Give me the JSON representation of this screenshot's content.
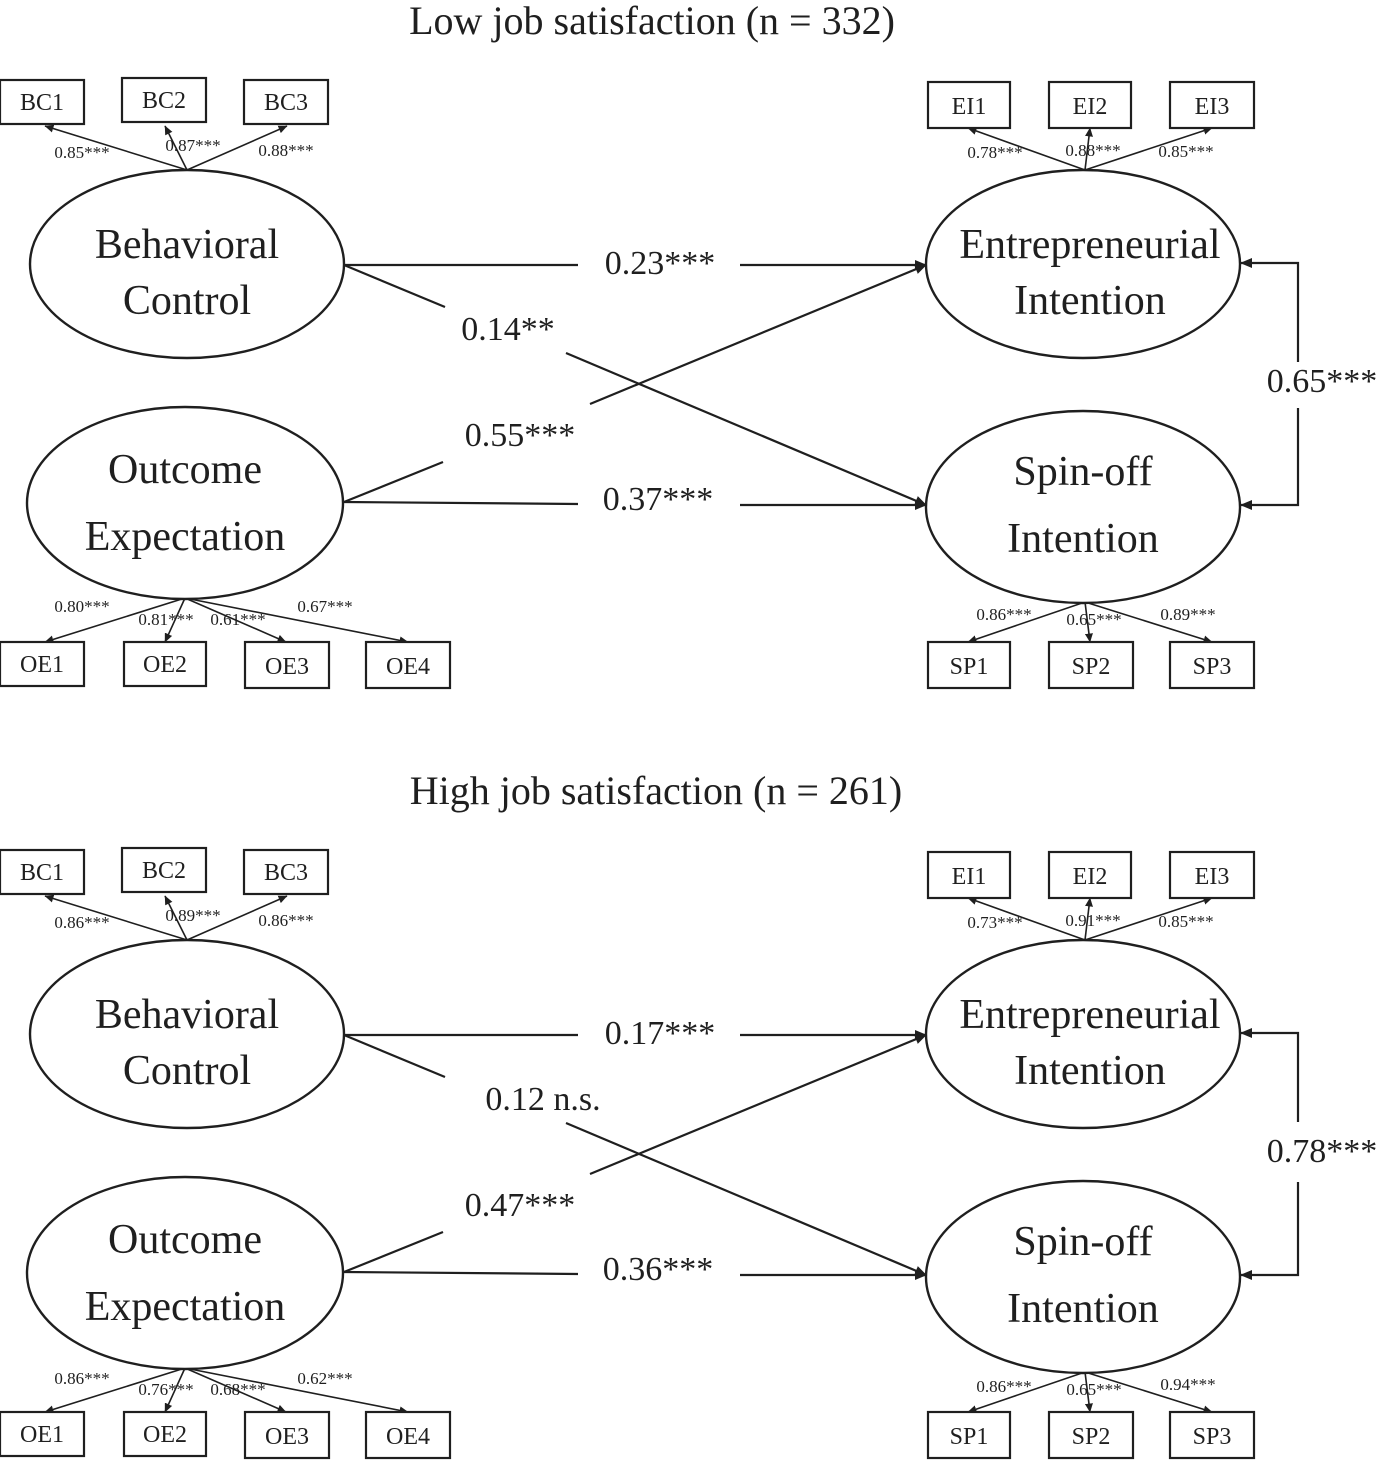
{
  "panels": [
    {
      "title": "Low job satisfaction (n = 332)",
      "latents": {
        "bc": [
          "Behavioral",
          "Control"
        ],
        "oe": [
          "Outcome",
          "Expectation"
        ],
        "ei": [
          "Entrepreneurial",
          "Intention"
        ],
        "sp": [
          "Spin-off",
          "Intention"
        ]
      },
      "indicators": {
        "bc": [
          "BC1",
          "BC2",
          "BC3"
        ],
        "oe": [
          "OE1",
          "OE2",
          "OE3",
          "OE4"
        ],
        "ei": [
          "EI1",
          "EI2",
          "EI3"
        ],
        "sp": [
          "SP1",
          "SP2",
          "SP3"
        ]
      },
      "loadings": {
        "bc": [
          "0.85***",
          "0.87***",
          "0.88***"
        ],
        "oe": [
          "0.80***",
          "0.81***",
          "0.61***",
          "0.67***"
        ],
        "ei": [
          "0.78***",
          "0.88***",
          "0.85***"
        ],
        "sp": [
          "0.86***",
          "0.65***",
          "0.89***"
        ]
      },
      "paths": {
        "bc_ei": "0.23***",
        "bc_sp": "0.14**",
        "oe_ei": "0.55***",
        "oe_sp": "0.37***",
        "ei_sp": "0.65***"
      }
    },
    {
      "title": "High job satisfaction (n = 261)",
      "latents": {
        "bc": [
          "Behavioral",
          "Control"
        ],
        "oe": [
          "Outcome",
          "Expectation"
        ],
        "ei": [
          "Entrepreneurial",
          "Intention"
        ],
        "sp": [
          "Spin-off",
          "Intention"
        ]
      },
      "indicators": {
        "bc": [
          "BC1",
          "BC2",
          "BC3"
        ],
        "oe": [
          "OE1",
          "OE2",
          "OE3",
          "OE4"
        ],
        "ei": [
          "EI1",
          "EI2",
          "EI3"
        ],
        "sp": [
          "SP1",
          "SP2",
          "SP3"
        ]
      },
      "loadings": {
        "bc": [
          "0.86***",
          "0.89***",
          "0.86***"
        ],
        "oe": [
          "0.86***",
          "0.76***",
          "0.68***",
          "0.62***"
        ],
        "ei": [
          "0.73***",
          "0.91***",
          "0.85***"
        ],
        "sp": [
          "0.86***",
          "0.65***",
          "0.94***"
        ]
      },
      "paths": {
        "bc_ei": "0.17***",
        "bc_sp": "0.12 n.s.",
        "oe_ei": "0.47***",
        "oe_sp": "0.36***",
        "ei_sp": "0.78***"
      }
    }
  ]
}
